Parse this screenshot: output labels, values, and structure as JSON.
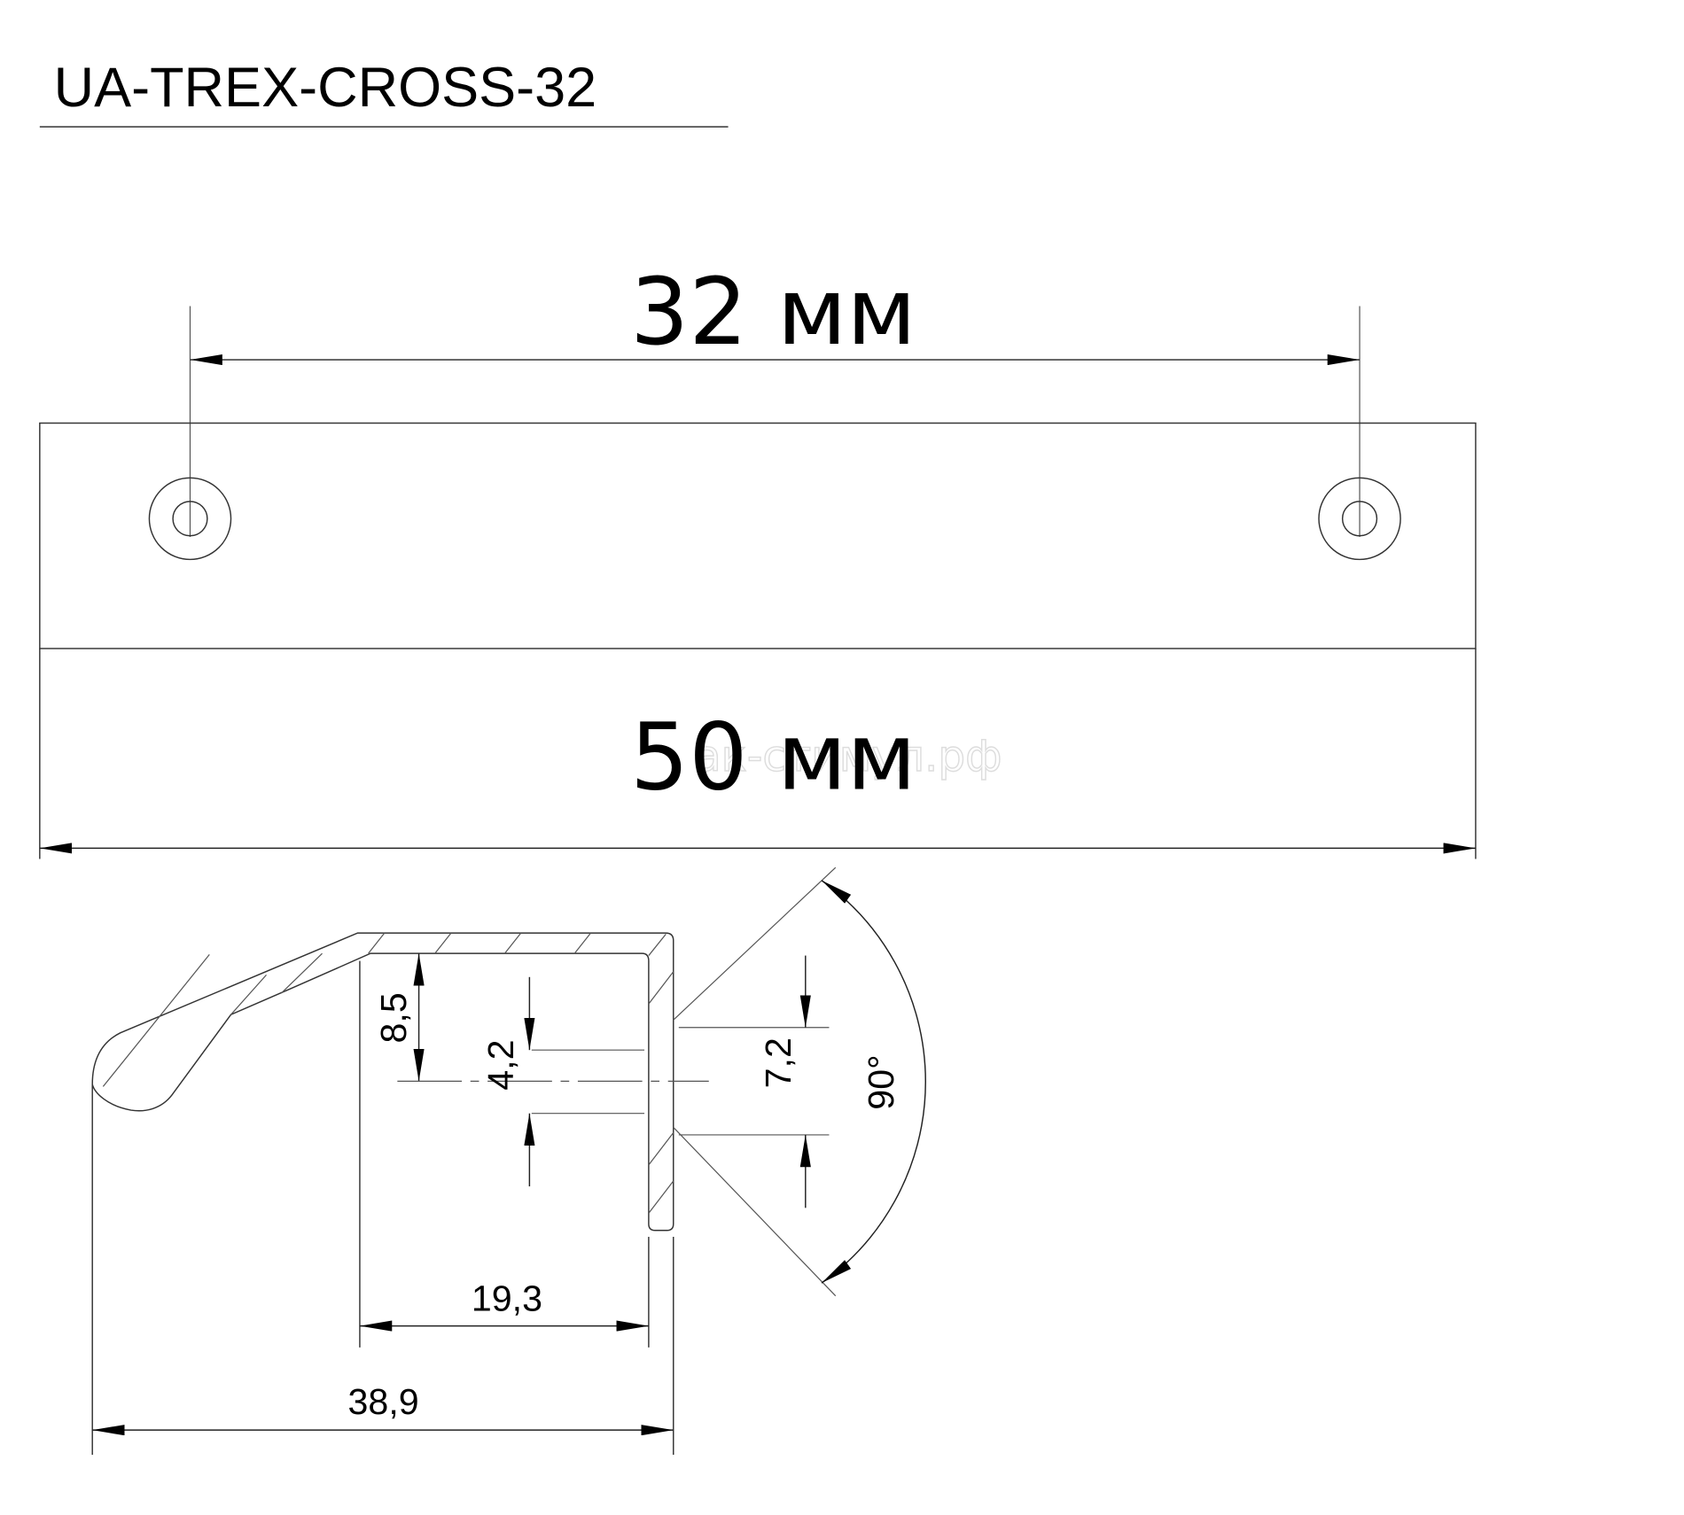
{
  "title": "UA-TREX-CROSS-32",
  "watermark": "ак-стимул.рф",
  "top_view": {
    "hole_spacing_label": "32 мм",
    "length_label": "50 мм"
  },
  "profile": {
    "dim_8_5": "8,5",
    "dim_4_2": "4,2",
    "dim_7_2": "7,2",
    "angle": "90°",
    "dim_19_3": "19,3",
    "dim_38_9": "38,9"
  }
}
